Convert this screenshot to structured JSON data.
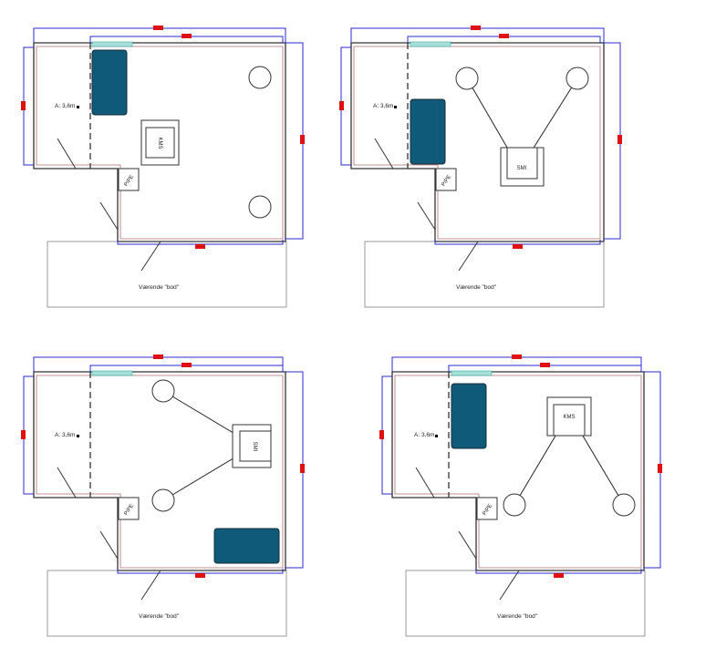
{
  "colors": {
    "wall": "#333333",
    "wall_inner": "#b07070",
    "dimension": "#2a2ad0",
    "marker": "#e01010",
    "furniture": "#0f5a78",
    "furniture_stroke": "#1a2a3a",
    "window": "#a8e0d8",
    "shed_outline": "#999999"
  },
  "plans": [
    {
      "area_label": "A: 3,6m",
      "pipe_label": "PIPE",
      "shed_label": "Værende \"bod\"",
      "desk_label": "KMS",
      "desk_kind": "small"
    },
    {
      "area_label": "A: 3,6m",
      "pipe_label": "PIPE",
      "shed_label": "Værende \"bod\"",
      "desk_label": "SMI",
      "desk_kind": "triangle"
    },
    {
      "area_label": "A: 3,6m",
      "pipe_label": "PIPE",
      "shed_label": "Værende \"bod\"",
      "desk_label": "SMI",
      "desk_kind": "triangle"
    },
    {
      "area_label": "A: 3,6m",
      "pipe_label": "PIPE",
      "shed_label": "Værende \"bod\"",
      "desk_label": "KMS",
      "desk_kind": "triangle"
    }
  ]
}
